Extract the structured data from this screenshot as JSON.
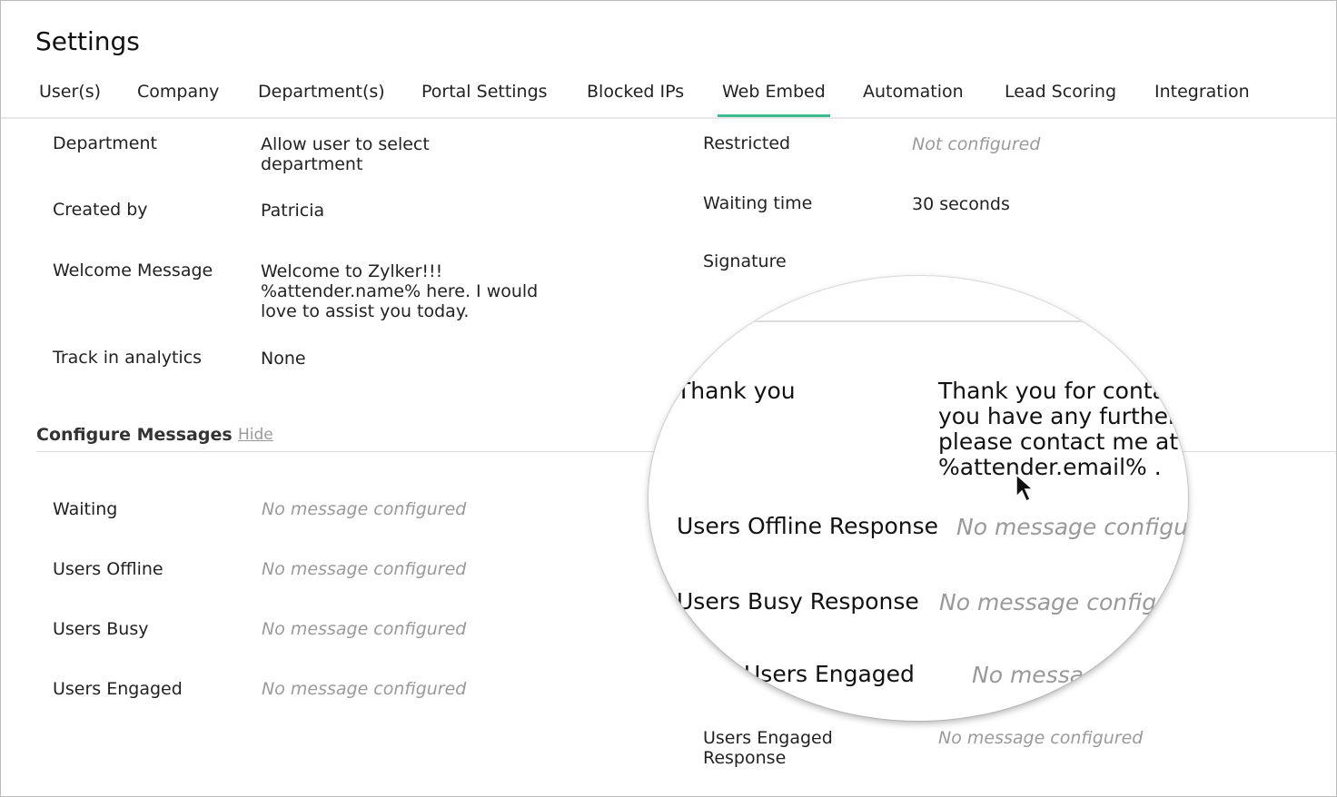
{
  "header": {
    "title": "Settings"
  },
  "tabs": [
    "User(s)",
    "Company",
    "Department(s)",
    "Portal Settings",
    "Blocked IPs",
    "Web Embed",
    "Automation",
    "Lead Scoring",
    "Integration"
  ],
  "active_tab": "Web Embed",
  "details_left": [
    {
      "label": "Department",
      "value": "Allow user to select department"
    },
    {
      "label": "Created by",
      "value": "Patricia"
    },
    {
      "label": "Welcome Message",
      "value": "Welcome to Zylker!!! %attender.name% here. I would love to assist you today."
    },
    {
      "label": "Track in analytics",
      "value": "None"
    }
  ],
  "details_right": [
    {
      "label": "Restricted",
      "value": "Not configured"
    },
    {
      "label": "Waiting time",
      "value": "30 seconds"
    },
    {
      "label": "Signature"
    }
  ],
  "configure": {
    "title": "Configure Messages",
    "hide": "Hide"
  },
  "messages_left": [
    {
      "label": "Waiting",
      "value": "No message configured"
    },
    {
      "label": "Users Offline",
      "value": "No message configured"
    },
    {
      "label": "Users Busy",
      "value": "No message configured"
    },
    {
      "label": "Users Engaged",
      "value": "No message configured"
    }
  ],
  "messages_right": [
    {
      "label": "Users Engaged Response",
      "value": "No message configured"
    }
  ],
  "magnifier": {
    "thank_label": "Thank you",
    "thank_lines": [
      "Thank you for contac",
      "you have any further",
      "please contact me at",
      "%attender.email% ."
    ],
    "offline_label": "Users Offline Response",
    "offline_value": "No message configu",
    "busy_label": "Users Busy Response",
    "busy_value": "No message config",
    "engaged_label": "Users Engaged",
    "engaged_value": "No message"
  }
}
